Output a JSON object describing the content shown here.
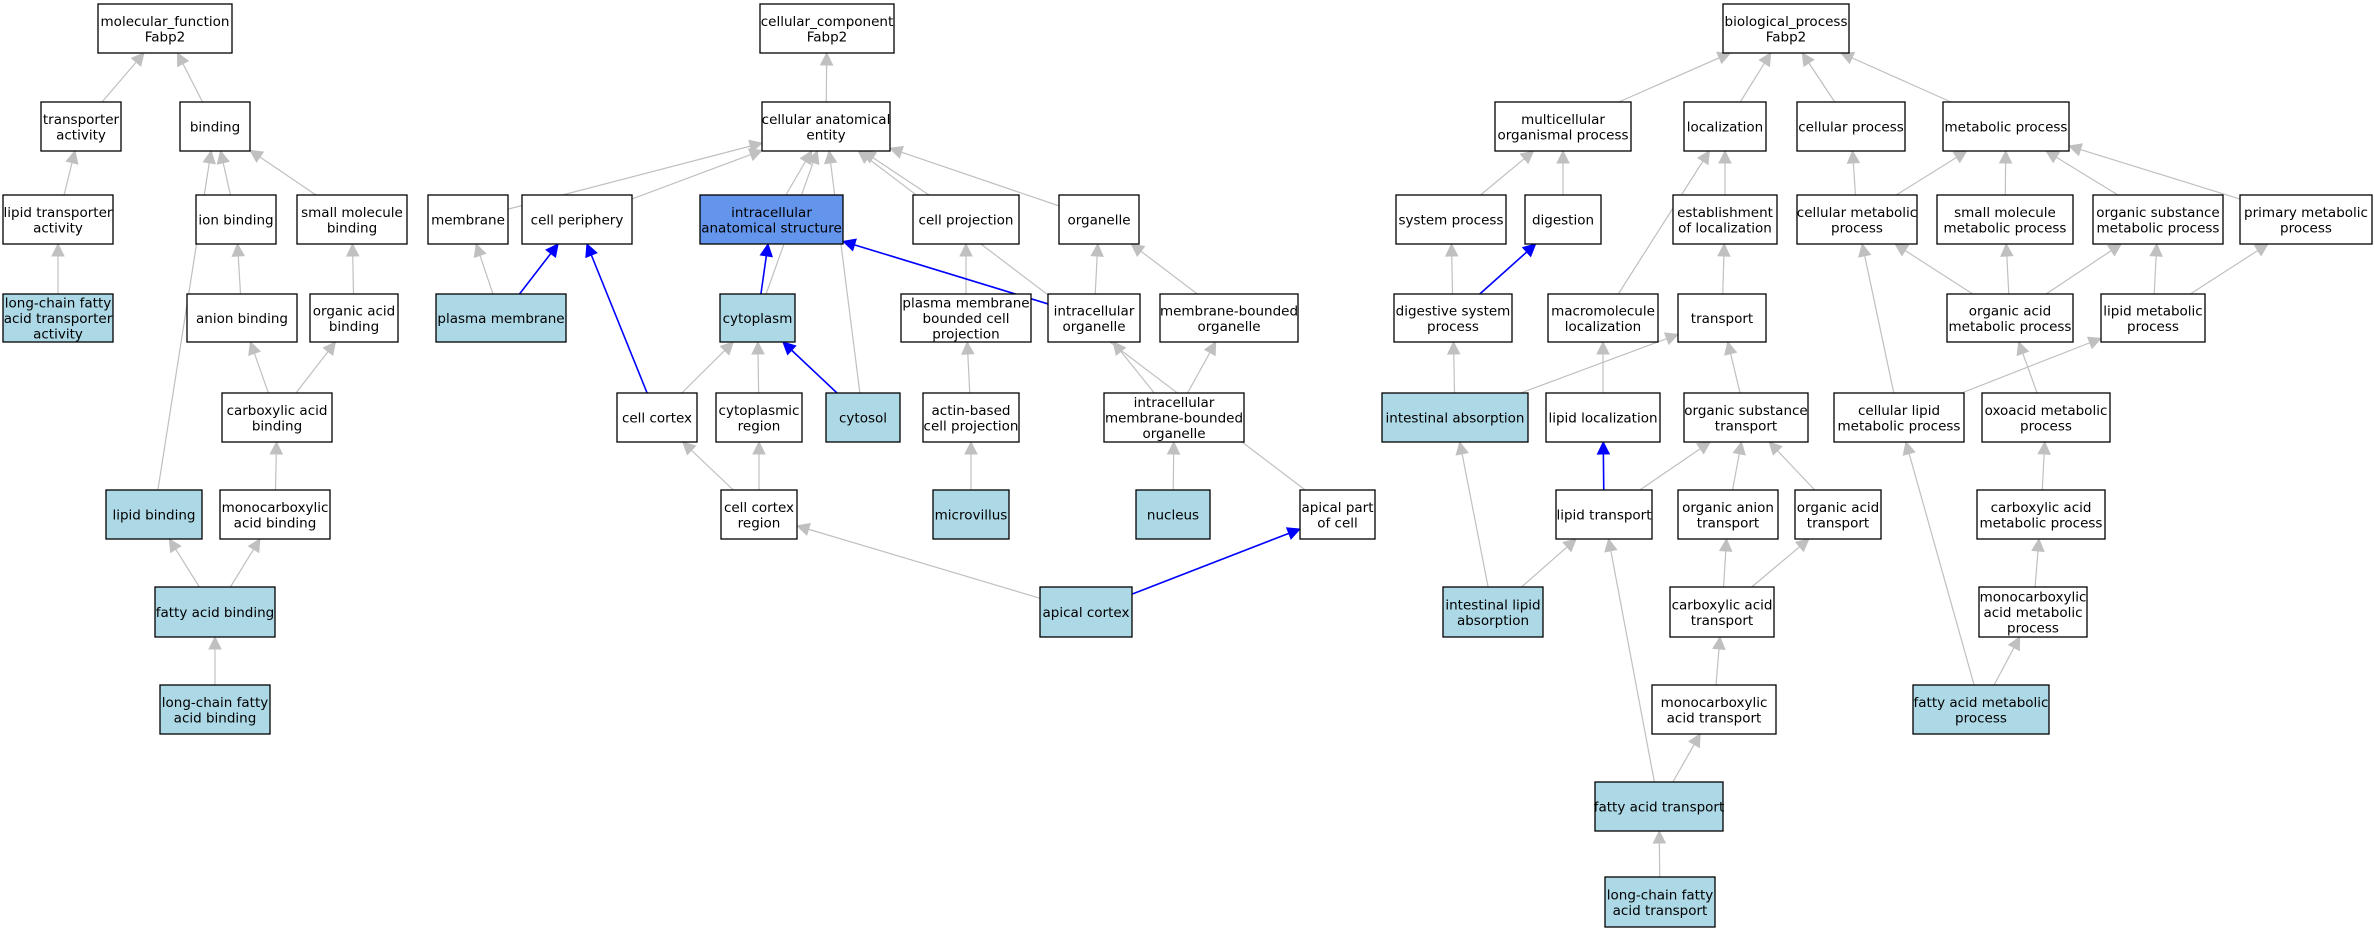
{
  "colors": {
    "background": "#ffffff",
    "node_default": "#ffffff",
    "node_annotated": "#add8e6",
    "node_focus": "#6495ed",
    "edge_default": "#c0c0c0",
    "edge_highlight": "#0000ff",
    "border": "#000000"
  },
  "nodes": {
    "mf_root": [
      "molecular_function",
      "Fabp2"
    ],
    "transporter_activity": [
      "transporter",
      "activity"
    ],
    "binding": [
      "binding"
    ],
    "lipid_transporter_activity": [
      "lipid transporter",
      "activity"
    ],
    "ion_binding": [
      "ion binding"
    ],
    "small_molecule_binding": [
      "small molecule",
      "binding"
    ],
    "lcfa_transporter_activity": [
      "long-chain fatty",
      "acid transporter",
      "activity"
    ],
    "anion_binding": [
      "anion binding"
    ],
    "organic_acid_binding": [
      "organic acid",
      "binding"
    ],
    "carboxylic_acid_binding": [
      "carboxylic acid",
      "binding"
    ],
    "lipid_binding": [
      "lipid binding"
    ],
    "monocarboxylic_acid_binding": [
      "monocarboxylic",
      "acid binding"
    ],
    "fatty_acid_binding": [
      "fatty acid binding"
    ],
    "lcfa_binding": [
      "long-chain fatty",
      "acid binding"
    ],
    "cc_root": [
      "cellular_component",
      "Fabp2"
    ],
    "cellular_anatomical_entity": [
      "cellular anatomical",
      "entity"
    ],
    "membrane": [
      "membrane"
    ],
    "cell_periphery": [
      "cell periphery"
    ],
    "intracellular_anatomical_structure": [
      "intracellular",
      "anatomical structure"
    ],
    "cell_projection": [
      "cell projection"
    ],
    "organelle": [
      "organelle"
    ],
    "plasma_membrane": [
      "plasma membrane"
    ],
    "cytoplasm": [
      "cytoplasm"
    ],
    "pm_bounded_cell_projection": [
      "plasma membrane",
      "bounded cell",
      "projection"
    ],
    "intracellular_organelle": [
      "intracellular",
      "organelle"
    ],
    "membrane_bounded_organelle": [
      "membrane-bounded",
      "organelle"
    ],
    "cell_cortex": [
      "cell cortex"
    ],
    "cytoplasmic_region": [
      "cytoplasmic",
      "region"
    ],
    "cytosol": [
      "cytosol"
    ],
    "actin_based_cell_projection": [
      "actin-based",
      "cell projection"
    ],
    "intracellular_mb_organelle": [
      "intracellular",
      "membrane-bounded",
      "organelle"
    ],
    "apical_part_of_cell": [
      "apical part",
      "of cell"
    ],
    "cell_cortex_region": [
      "cell cortex",
      "region"
    ],
    "microvillus": [
      "microvillus"
    ],
    "nucleus": [
      "nucleus"
    ],
    "apical_cortex": [
      "apical cortex"
    ],
    "bp_root": [
      "biological_process",
      "Fabp2"
    ],
    "multicellular_organismal_process": [
      "multicellular",
      "organismal process"
    ],
    "localization": [
      "localization"
    ],
    "cellular_process": [
      "cellular process"
    ],
    "metabolic_process": [
      "metabolic process"
    ],
    "system_process": [
      "system process"
    ],
    "digestion": [
      "digestion"
    ],
    "establishment_of_localization": [
      "establishment",
      "of localization"
    ],
    "cellular_metabolic_process": [
      "cellular metabolic",
      "process"
    ],
    "small_molecule_metabolic_process": [
      "small molecule",
      "metabolic process"
    ],
    "organic_substance_metabolic_process": [
      "organic substance",
      "metabolic process"
    ],
    "primary_metabolic_process": [
      "primary metabolic",
      "process"
    ],
    "digestive_system_process": [
      "digestive system",
      "process"
    ],
    "macromolecule_localization": [
      "macromolecule",
      "localization"
    ],
    "transport": [
      "transport"
    ],
    "organic_acid_metabolic_process": [
      "organic acid",
      "metabolic process"
    ],
    "lipid_metabolic_process": [
      "lipid metabolic",
      "process"
    ],
    "intestinal_absorption": [
      "intestinal absorption"
    ],
    "lipid_localization": [
      "lipid localization"
    ],
    "organic_substance_transport": [
      "organic substance",
      "transport"
    ],
    "cellular_lipid_metabolic_process": [
      "cellular lipid",
      "metabolic process"
    ],
    "oxoacid_metabolic_process": [
      "oxoacid metabolic",
      "process"
    ],
    "lipid_transport": [
      "lipid transport"
    ],
    "organic_anion_transport": [
      "organic anion",
      "transport"
    ],
    "organic_acid_transport": [
      "organic acid",
      "transport"
    ],
    "carboxylic_acid_metabolic_process": [
      "carboxylic acid",
      "metabolic process"
    ],
    "intestinal_lipid_absorption": [
      "intestinal lipid",
      "absorption"
    ],
    "carboxylic_acid_transport": [
      "carboxylic acid",
      "transport"
    ],
    "monocarboxylic_acid_metabolic_process": [
      "monocarboxylic",
      "acid metabolic",
      "process"
    ],
    "monocarboxylic_acid_transport": [
      "monocarboxylic",
      "acid transport"
    ],
    "fatty_acid_metabolic_process": [
      "fatty acid metabolic",
      "process"
    ],
    "fatty_acid_transport": [
      "fatty acid transport"
    ],
    "lcfa_transport": [
      "long-chain fatty",
      "acid transport"
    ]
  },
  "annotated": [
    "lcfa_transporter_activity",
    "lipid_binding",
    "fatty_acid_binding",
    "lcfa_binding",
    "plasma_membrane",
    "cytoplasm",
    "cytosol",
    "microvillus",
    "nucleus",
    "apical_cortex",
    "intestinal_absorption",
    "intestinal_lipid_absorption",
    "fatty_acid_metabolic_process",
    "fatty_acid_transport",
    "lcfa_transport"
  ],
  "focus": [
    "intracellular_anatomical_structure"
  ],
  "edges": [
    [
      "transporter_activity",
      "mf_root"
    ],
    [
      "binding",
      "mf_root"
    ],
    [
      "lipid_transporter_activity",
      "transporter_activity"
    ],
    [
      "ion_binding",
      "binding"
    ],
    [
      "small_molecule_binding",
      "binding"
    ],
    [
      "lcfa_transporter_activity",
      "lipid_transporter_activity"
    ],
    [
      "anion_binding",
      "ion_binding"
    ],
    [
      "organic_acid_binding",
      "small_molecule_binding"
    ],
    [
      "carboxylic_acid_binding",
      "anion_binding"
    ],
    [
      "carboxylic_acid_binding",
      "organic_acid_binding"
    ],
    [
      "lipid_binding",
      "binding"
    ],
    [
      "monocarboxylic_acid_binding",
      "carboxylic_acid_binding"
    ],
    [
      "fatty_acid_binding",
      "lipid_binding"
    ],
    [
      "fatty_acid_binding",
      "monocarboxylic_acid_binding"
    ],
    [
      "lcfa_binding",
      "fatty_acid_binding"
    ],
    [
      "cellular_anatomical_entity",
      "cc_root"
    ],
    [
      "membrane",
      "cellular_anatomical_entity"
    ],
    [
      "cell_periphery",
      "cellular_anatomical_entity"
    ],
    [
      "intracellular_anatomical_structure",
      "cellular_anatomical_entity"
    ],
    [
      "cell_projection",
      "cellular_anatomical_entity"
    ],
    [
      "organelle",
      "cellular_anatomical_entity"
    ],
    [
      "plasma_membrane",
      "membrane"
    ],
    [
      "plasma_membrane",
      "cell_periphery",
      "hl"
    ],
    [
      "cytoplasm",
      "cellular_anatomical_entity"
    ],
    [
      "cytoplasm",
      "intracellular_anatomical_structure",
      "hl"
    ],
    [
      "pm_bounded_cell_projection",
      "cell_projection"
    ],
    [
      "intracellular_organelle",
      "organelle"
    ],
    [
      "intracellular_organelle",
      "intracellular_anatomical_structure",
      "hl"
    ],
    [
      "membrane_bounded_organelle",
      "organelle"
    ],
    [
      "cell_cortex",
      "cytoplasm"
    ],
    [
      "cell_cortex",
      "cell_periphery",
      "hl"
    ],
    [
      "cytoplasmic_region",
      "cytoplasm"
    ],
    [
      "cytosol",
      "cellular_anatomical_entity"
    ],
    [
      "cytosol",
      "cytoplasm",
      "hl"
    ],
    [
      "actin_based_cell_projection",
      "pm_bounded_cell_projection"
    ],
    [
      "intracellular_mb_organelle",
      "intracellular_organelle"
    ],
    [
      "intracellular_mb_organelle",
      "membrane_bounded_organelle"
    ],
    [
      "apical_part_of_cell",
      "cellular_anatomical_entity"
    ],
    [
      "cell_cortex_region",
      "cell_cortex"
    ],
    [
      "cell_cortex_region",
      "cytoplasmic_region"
    ],
    [
      "microvillus",
      "actin_based_cell_projection"
    ],
    [
      "nucleus",
      "intracellular_mb_organelle"
    ],
    [
      "apical_cortex",
      "cell_cortex_region"
    ],
    [
      "apical_cortex",
      "apical_part_of_cell",
      "hl"
    ],
    [
      "multicellular_organismal_process",
      "bp_root"
    ],
    [
      "localization",
      "bp_root"
    ],
    [
      "cellular_process",
      "bp_root"
    ],
    [
      "metabolic_process",
      "bp_root"
    ],
    [
      "system_process",
      "multicellular_organismal_process"
    ],
    [
      "digestion",
      "multicellular_organismal_process"
    ],
    [
      "establishment_of_localization",
      "localization"
    ],
    [
      "cellular_metabolic_process",
      "cellular_process"
    ],
    [
      "cellular_metabolic_process",
      "metabolic_process"
    ],
    [
      "small_molecule_metabolic_process",
      "metabolic_process"
    ],
    [
      "organic_substance_metabolic_process",
      "metabolic_process"
    ],
    [
      "primary_metabolic_process",
      "metabolic_process"
    ],
    [
      "digestive_system_process",
      "system_process"
    ],
    [
      "digestive_system_process",
      "digestion",
      "hl"
    ],
    [
      "macromolecule_localization",
      "localization"
    ],
    [
      "transport",
      "establishment_of_localization"
    ],
    [
      "organic_acid_metabolic_process",
      "cellular_metabolic_process"
    ],
    [
      "organic_acid_metabolic_process",
      "small_molecule_metabolic_process"
    ],
    [
      "organic_acid_metabolic_process",
      "organic_substance_metabolic_process"
    ],
    [
      "lipid_metabolic_process",
      "organic_substance_metabolic_process"
    ],
    [
      "lipid_metabolic_process",
      "primary_metabolic_process"
    ],
    [
      "intestinal_absorption",
      "digestive_system_process"
    ],
    [
      "intestinal_absorption",
      "transport"
    ],
    [
      "lipid_localization",
      "macromolecule_localization"
    ],
    [
      "organic_substance_transport",
      "transport"
    ],
    [
      "cellular_lipid_metabolic_process",
      "cellular_metabolic_process"
    ],
    [
      "cellular_lipid_metabolic_process",
      "lipid_metabolic_process"
    ],
    [
      "oxoacid_metabolic_process",
      "organic_acid_metabolic_process"
    ],
    [
      "lipid_transport",
      "lipid_localization",
      "hl"
    ],
    [
      "lipid_transport",
      "organic_substance_transport"
    ],
    [
      "organic_anion_transport",
      "organic_substance_transport"
    ],
    [
      "organic_acid_transport",
      "organic_substance_transport"
    ],
    [
      "carboxylic_acid_metabolic_process",
      "oxoacid_metabolic_process"
    ],
    [
      "intestinal_lipid_absorption",
      "intestinal_absorption"
    ],
    [
      "intestinal_lipid_absorption",
      "lipid_transport"
    ],
    [
      "carboxylic_acid_transport",
      "organic_anion_transport"
    ],
    [
      "carboxylic_acid_transport",
      "organic_acid_transport"
    ],
    [
      "monocarboxylic_acid_metabolic_process",
      "carboxylic_acid_metabolic_process"
    ],
    [
      "monocarboxylic_acid_transport",
      "carboxylic_acid_transport"
    ],
    [
      "fatty_acid_metabolic_process",
      "cellular_lipid_metabolic_process"
    ],
    [
      "fatty_acid_metabolic_process",
      "monocarboxylic_acid_metabolic_process"
    ],
    [
      "fatty_acid_transport",
      "lipid_transport"
    ],
    [
      "fatty_acid_transport",
      "monocarboxylic_acid_transport"
    ],
    [
      "lcfa_transport",
      "fatty_acid_transport"
    ]
  ]
}
